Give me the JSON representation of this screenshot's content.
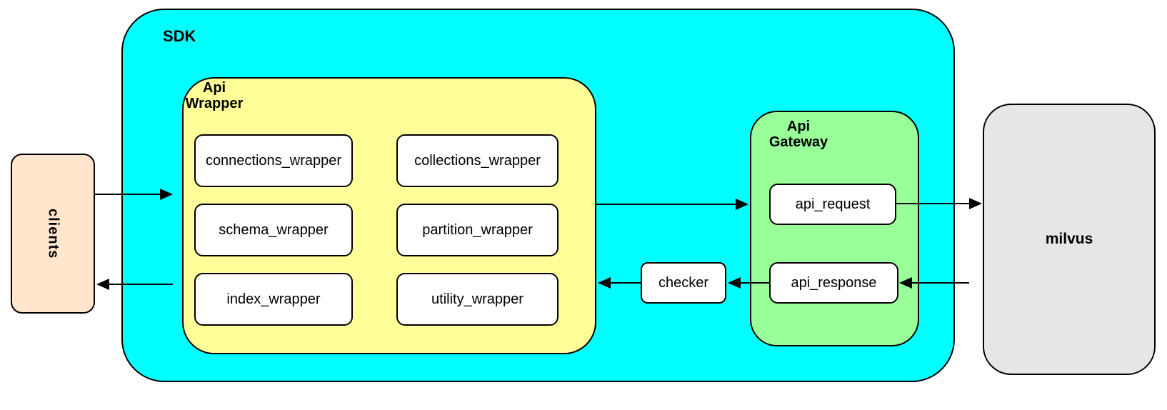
{
  "nodes": {
    "clients": {
      "label": "clients",
      "fill": "#FFE6CC"
    },
    "sdk": {
      "label": "SDK",
      "fill": "#00FFFF"
    },
    "api_wrapper": {
      "label_line1": "Api",
      "label_line2": "Wrapper",
      "fill": "#FFFF99",
      "children": [
        {
          "id": "connections_wrapper",
          "label": "connections_wrapper"
        },
        {
          "id": "collections_wrapper",
          "label": "collections_wrapper"
        },
        {
          "id": "schema_wrapper",
          "label": "schema_wrapper"
        },
        {
          "id": "partition_wrapper",
          "label": "partition_wrapper"
        },
        {
          "id": "index_wrapper",
          "label": "index_wrapper"
        },
        {
          "id": "utility_wrapper",
          "label": "utility_wrapper"
        }
      ]
    },
    "checker": {
      "label": "checker",
      "fill": "#FFFFFF"
    },
    "api_gateway": {
      "label_line1": "Api",
      "label_line2": "Gateway",
      "fill": "#99FF99",
      "children": [
        {
          "id": "api_request",
          "label": "api_request"
        },
        {
          "id": "api_response",
          "label": "api_response"
        }
      ]
    },
    "milvus": {
      "label": "milvus",
      "fill": "#E6E6E6"
    },
    "box_fill": "#FFFFFF",
    "border_color": "#000000"
  },
  "edges": [
    {
      "from": "clients",
      "to": "api_wrapper",
      "direction": "right"
    },
    {
      "from": "api_wrapper",
      "to": "api_gateway",
      "direction": "right"
    },
    {
      "from": "api_request",
      "to": "milvus",
      "direction": "right"
    },
    {
      "from": "milvus",
      "to": "api_response",
      "direction": "left"
    },
    {
      "from": "api_response",
      "to": "checker",
      "direction": "left"
    },
    {
      "from": "checker",
      "to": "api_wrapper",
      "direction": "left"
    },
    {
      "from": "api_wrapper",
      "to": "clients",
      "direction": "left"
    }
  ]
}
